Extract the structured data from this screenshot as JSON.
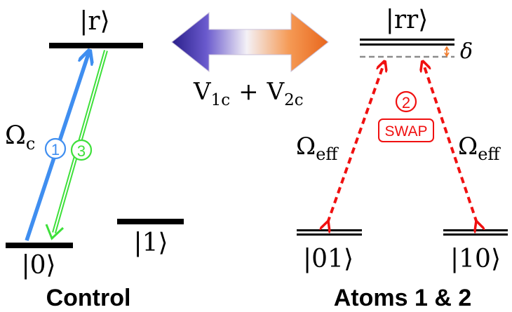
{
  "levels": {
    "r": "|r⟩",
    "zero": "|0⟩",
    "one": "|1⟩",
    "rr": "|rr⟩",
    "zero_one": "|01⟩",
    "one_zero": "|10⟩"
  },
  "interaction": {
    "label_v1": "V",
    "label_v1_sub": "1c",
    "label_plus": "+",
    "label_v2": "V",
    "label_v2_sub": "2c"
  },
  "rabi": {
    "control": "Ω",
    "control_sub": "c",
    "eff_left": "Ω",
    "eff_left_sub": "eff",
    "eff_right": "Ω",
    "eff_right_sub": "eff"
  },
  "steps": {
    "step1": "1",
    "step2": "2",
    "step3": "3",
    "swap": "SWAP"
  },
  "detuning": "δ",
  "sections": {
    "control": "Control",
    "atoms": "Atoms 1 & 2"
  },
  "colors": {
    "blue": "#3f8ef0",
    "green": "#3ee03a",
    "red": "#f01010",
    "orange": "#f07a2a",
    "purple": "#3a2a9a"
  }
}
